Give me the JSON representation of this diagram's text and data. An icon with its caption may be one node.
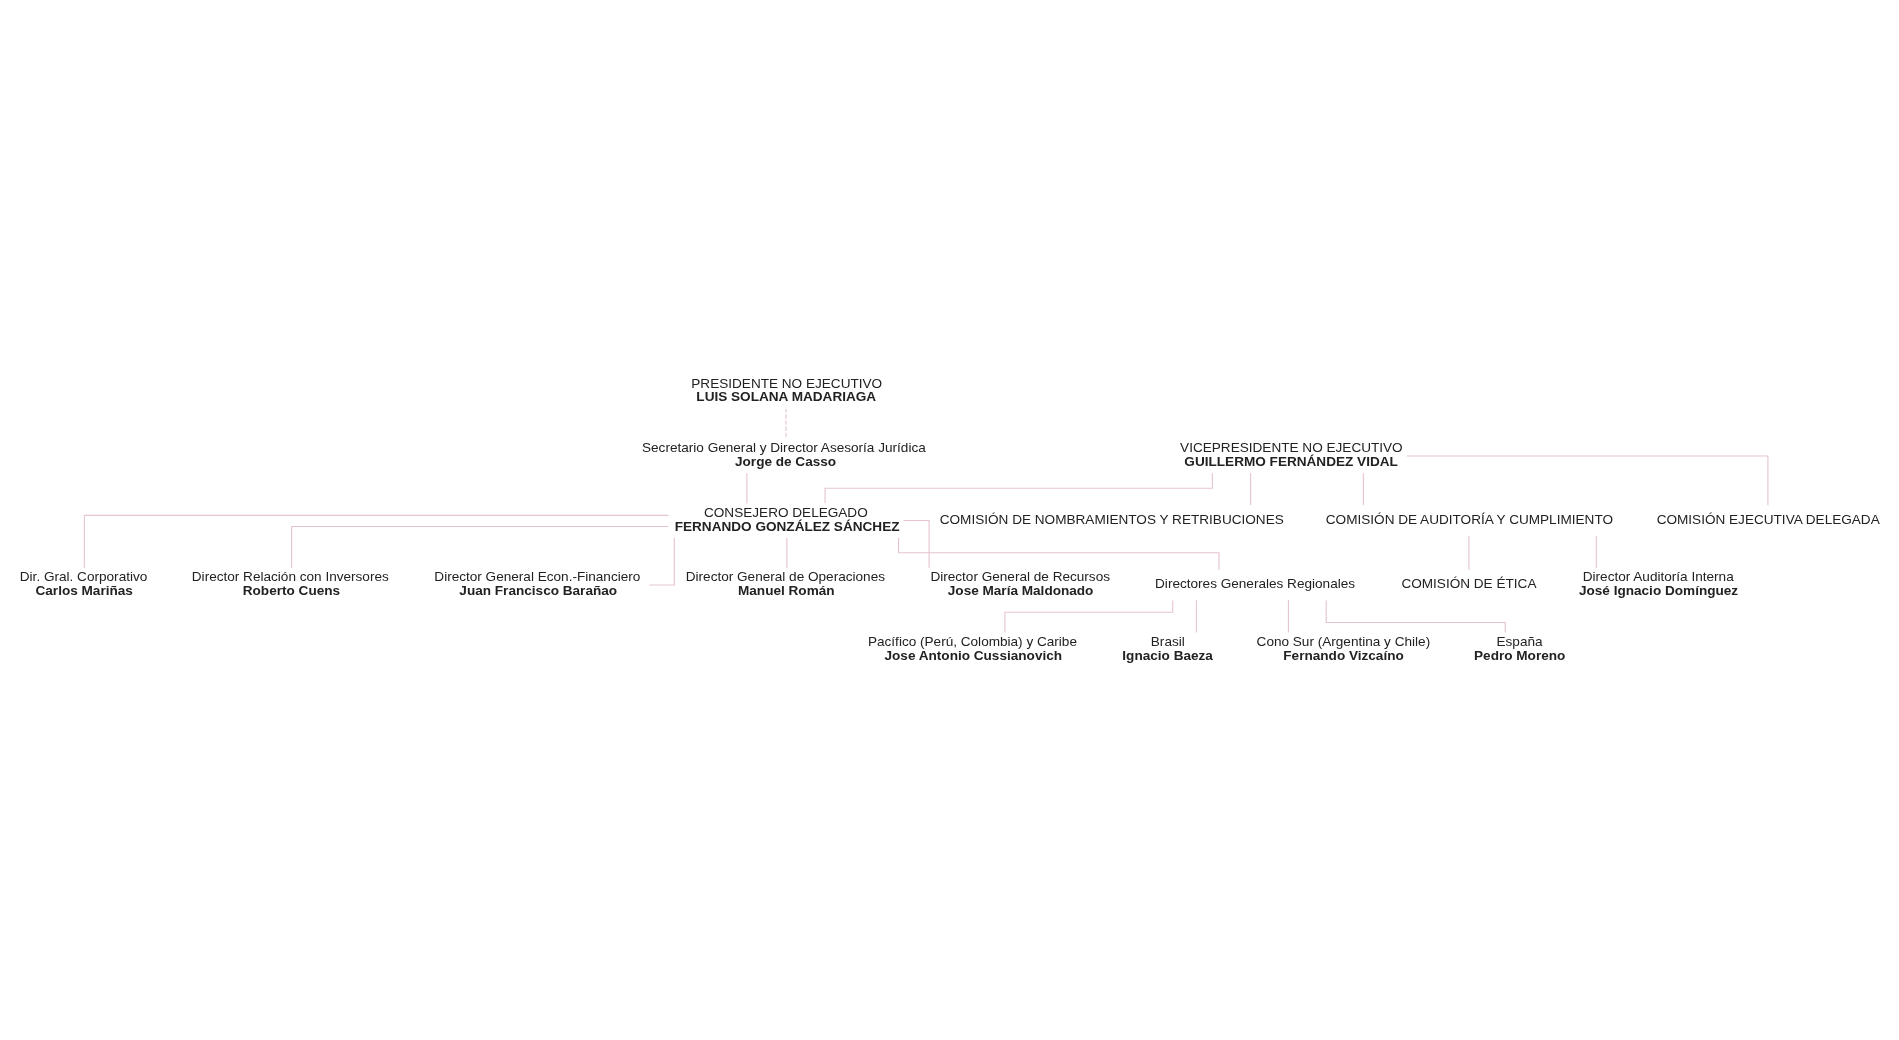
{
  "diagram": {
    "nodes": [
      {
        "text": [
          "PRESIDENTE NO EJECUTIVO",
          "LUIS SOLANA MADARIAGA"
        ]
      },
      {
        "text": [
          "VICEPRESIDENTE NO EJECUTIVO",
          "GUILLERMO FERNÁNDEZ VIDAL"
        ]
      },
      {
        "text": [
          "COMISIÓN DE NOMBRAMIENTOS Y RETRIBUCIONES"
        ]
      },
      {
        "text": [
          "COMISIÓN DE AUDITORÍA Y CUMPLIMIENTO"
        ]
      },
      {
        "text": [
          "COMISIÓN EJECUTIVA DELEGADA"
        ]
      },
      {
        "text": [
          "Secretario General y Director Asesoría Jurídica",
          "Jorge de Casso"
        ]
      },
      {
        "text": [
          "COMISIÓN DE ÉTICA"
        ]
      },
      {
        "text": [
          "Director Auditoría Interna",
          "José Ignacio Domínguez"
        ]
      },
      {
        "text": [
          "Dir. Gral. Corporativo",
          "Carlos Mariñas"
        ]
      },
      {
        "text": [
          "CONSEJERO DELEGADO",
          "FERNANDO GONZÁLEZ SÁNCHEZ"
        ]
      },
      {
        "text": [
          "Director Relación con Inversores",
          "Roberto Cuens"
        ]
      },
      {
        "text": [
          "Director General Econ.-Financiero",
          "Juan Francisco Barañao"
        ]
      },
      {
        "text": [
          "Director General de Operaciones",
          "Manuel Román"
        ]
      },
      {
        "text": [
          "Director General de Recursos",
          "Jose María Maldonado"
        ]
      },
      {
        "text": [
          "Directores Generales Regionales"
        ]
      },
      {
        "text": [
          "Pacífico (Perú, Colombia) y Caribe",
          "Jose Antonio Cussianovich"
        ]
      },
      {
        "text": [
          "Brasil",
          "Ignacio Baeza"
        ]
      },
      {
        "text": [
          "Cono Sur (Argentina y Chile)",
          "Fernando Vizcaíno"
        ]
      },
      {
        "text": [
          "España",
          "Pedro Moreno"
        ]
      }
    ],
    "edges": [
      {
        "from": 0,
        "to": 5,
        "arrow": "none",
        "style": "dashed"
      },
      {
        "from": 1,
        "to": 2,
        "arrow": "none"
      },
      {
        "from": 1,
        "to": 3,
        "arrow": "none"
      },
      {
        "from": 1,
        "to": 4,
        "arrow": "none"
      },
      {
        "from": 1,
        "to": 9,
        "arrow": "none"
      },
      {
        "from": 3,
        "to": 6,
        "arrow": "none"
      },
      {
        "from": 3,
        "to": 7,
        "arrow": "none"
      },
      {
        "from": 5,
        "to": 9,
        "arrow": "none"
      },
      {
        "from": 9,
        "to": 8,
        "arrow": "none"
      },
      {
        "from": 9,
        "to": 10,
        "arrow": "none"
      },
      {
        "from": 9,
        "to": 13,
        "arrow": "none"
      },
      {
        "from": 9,
        "to": 11,
        "arrow": "none"
      },
      {
        "from": 9,
        "to": 12,
        "arrow": "none"
      },
      {
        "from": 9,
        "to": 14,
        "arrow": "none"
      },
      {
        "from": 14,
        "to": 15,
        "arrow": "none"
      },
      {
        "from": 14,
        "to": 16,
        "arrow": "none"
      },
      {
        "from": 14,
        "to": 17,
        "arrow": "none"
      },
      {
        "from": 14,
        "to": 18,
        "arrow": "none"
      }
    ]
  }
}
